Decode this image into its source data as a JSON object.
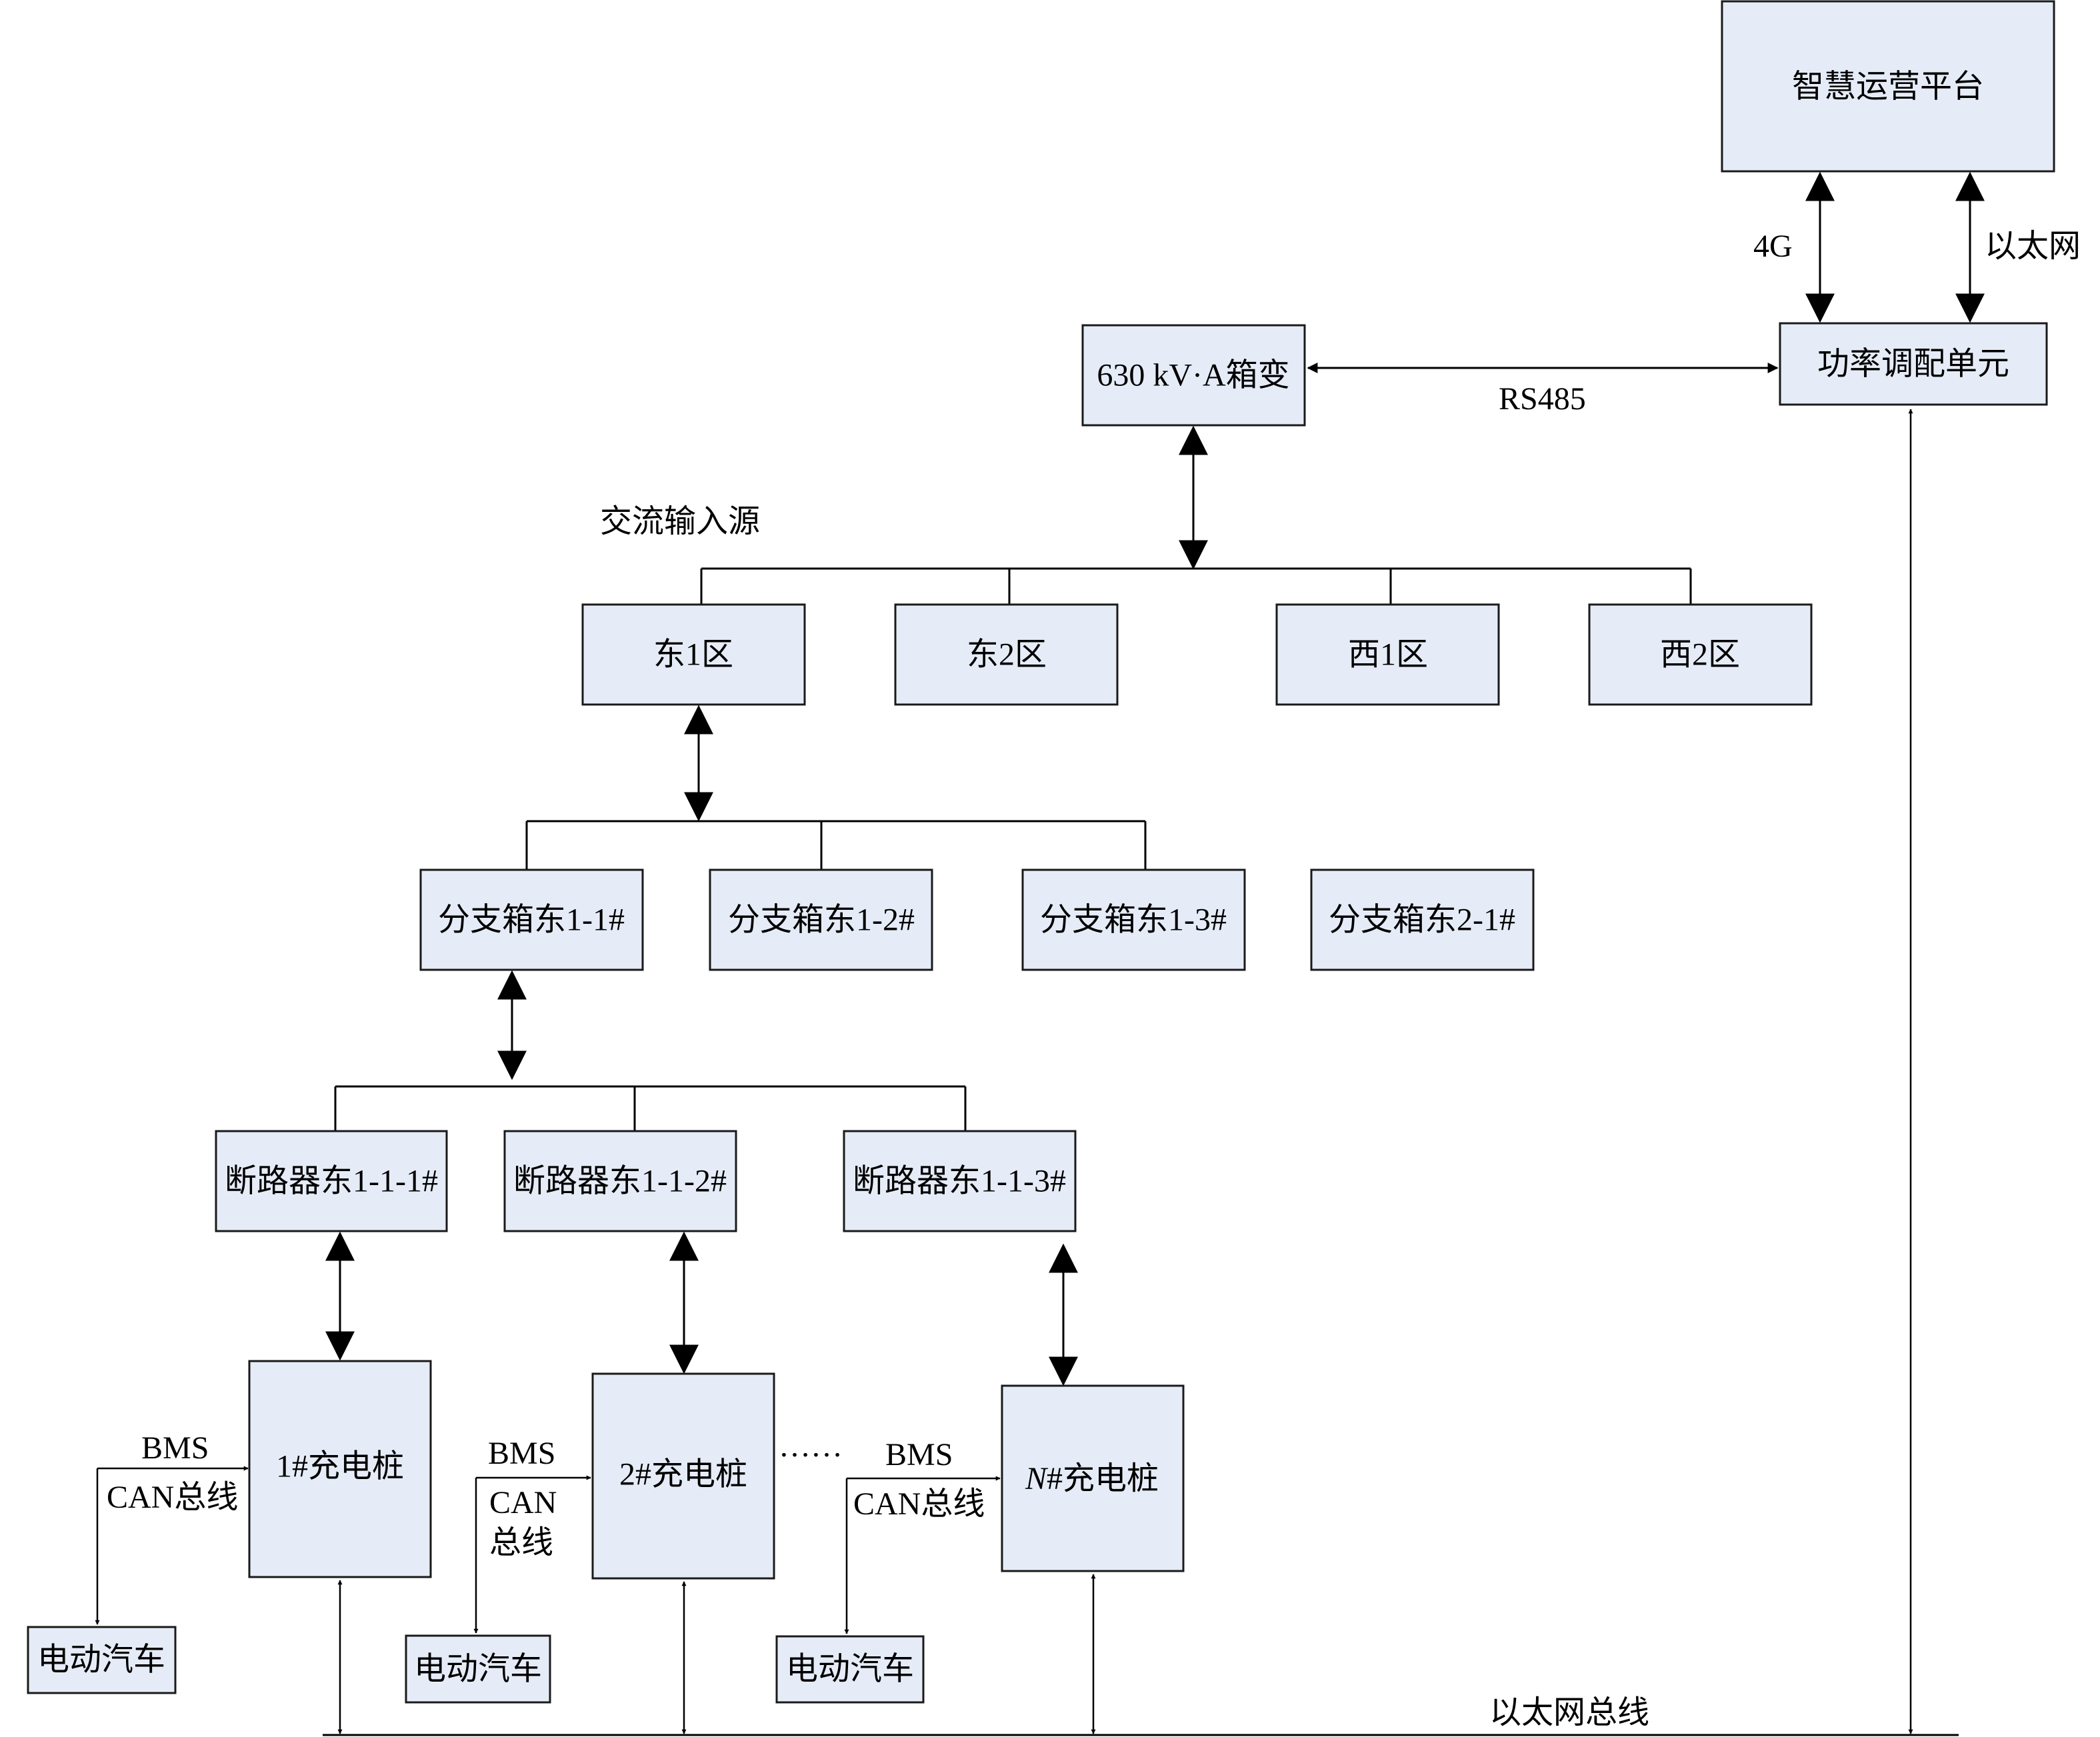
{
  "nodes": {
    "platform": "智慧运营平台",
    "power_unit": "功率调配单元",
    "transformer": "630 kV·A箱变",
    "zone_east1": "东1区",
    "zone_east2": "东2区",
    "zone_west1": "西1区",
    "zone_west2": "西2区",
    "branch_e11": "分支箱东1-1#",
    "branch_e12": "分支箱东1-2#",
    "branch_e13": "分支箱东1-3#",
    "branch_e21": "分支箱东2-1#",
    "breaker_1": "断路器东1-1-1#",
    "breaker_2": "断路器东1-1-2#",
    "breaker_3": "断路器东1-1-3#",
    "pile_1": "1#充电桩",
    "pile_2": "2#充电桩",
    "pile_n_italic": "N",
    "pile_n_rest": "#充电桩",
    "ev_1": "电动汽车",
    "ev_2": "电动汽车",
    "ev_3": "电动汽车"
  },
  "labels": {
    "link_4g": "4G",
    "link_ethernet": "以太网",
    "link_rs485": "RS485",
    "ac_source": "交流输入源",
    "bms_1": "BMS",
    "can_1": "CAN总线",
    "bms_2": "BMS",
    "can_2_line1": "CAN",
    "can_2_line2": "总线",
    "bms_3": "BMS",
    "can_3": "CAN总线",
    "ellipsis": "……",
    "ethernet_bus": "以太网总线"
  }
}
